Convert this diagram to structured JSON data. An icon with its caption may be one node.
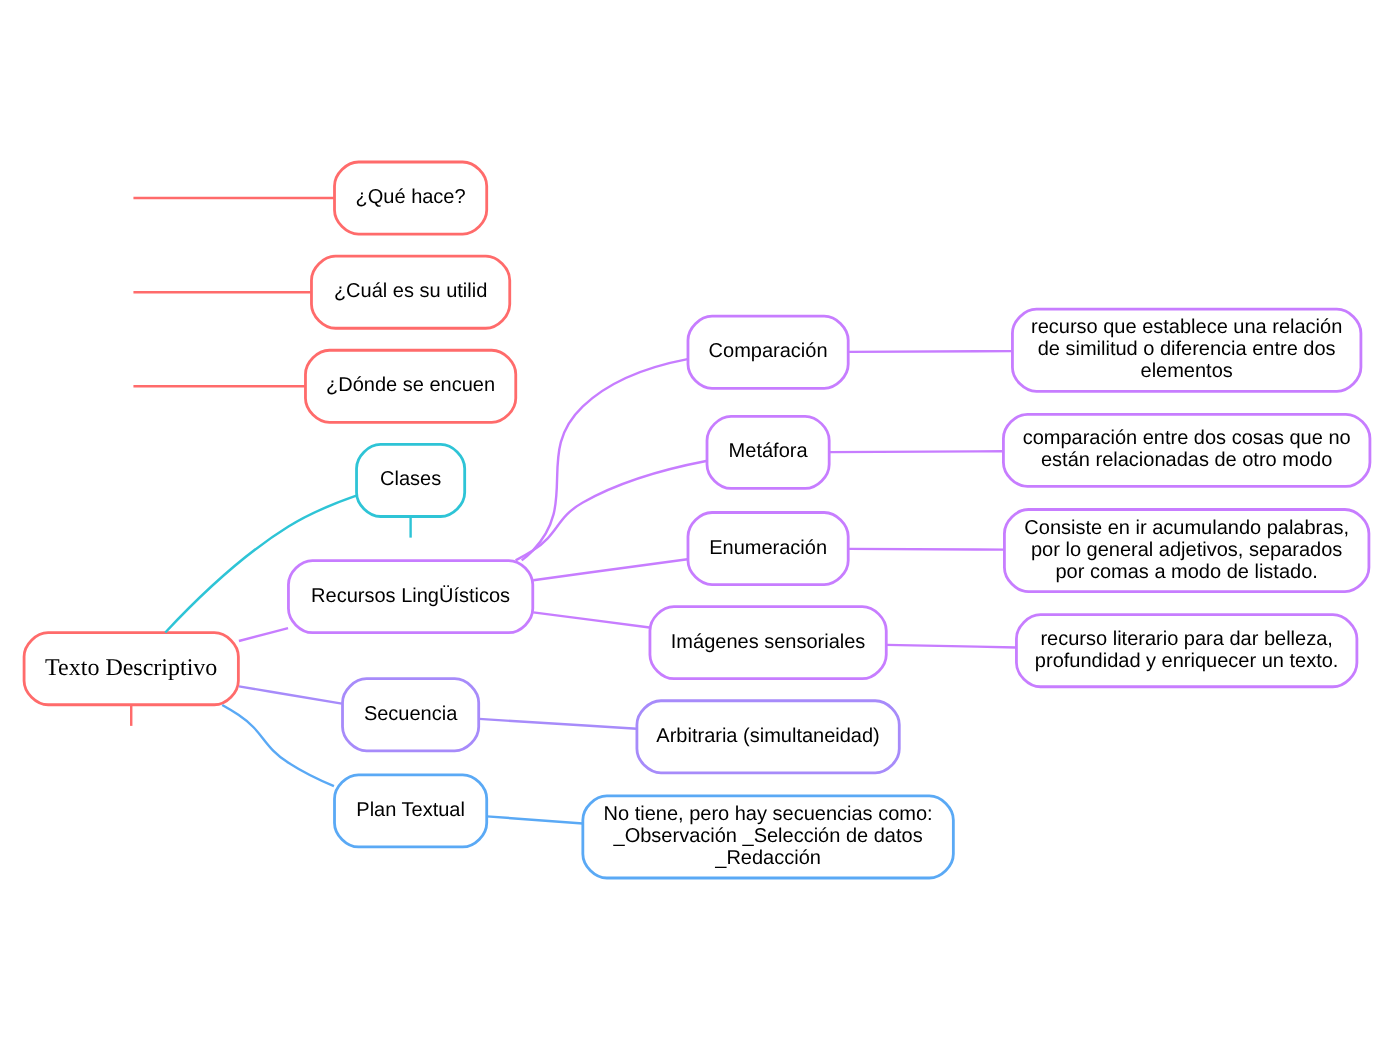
{
  "diagram": {
    "nodes": [
      {
        "text": [
          "Texto Descriptivo"
        ]
      },
      {
        "text": [
          "¿Dónde se encuen"
        ]
      },
      {
        "text": [
          "¿Cuál es su utilid"
        ]
      },
      {
        "text": [
          "¿Qué hace?"
        ]
      },
      {
        "text": [
          "Recursos LingÜísticos"
        ]
      },
      {
        "text": [
          "Comparación"
        ]
      },
      {
        "text": [
          "recurso que establece una relación de similitud o diferencia entre dos elementos"
        ]
      },
      {
        "text": [
          "Metáfora"
        ]
      },
      {
        "text": [
          "comparación entre dos cosas que no están relacionadas de otro modo"
        ]
      },
      {
        "text": [
          "Enumeración"
        ]
      },
      {
        "text": [
          "Consiste en ir acumulando palabras, por lo general adjetivos, separados por comas a modo de listado."
        ]
      },
      {
        "text": [
          "Imágenes sensoriales"
        ]
      },
      {
        "text": [
          "recurso literario para dar belleza, profundidad y enriquecer un texto."
        ]
      },
      {
        "text": [
          "Secuencia"
        ]
      },
      {
        "text": [
          "Arbitraria (simultaneidad)"
        ]
      },
      {
        "text": [
          "Plan Textual"
        ]
      },
      {
        "text": [
          "No tiene, pero hay secuencias como: _Observación _Selección de datos _Redacción"
        ]
      },
      {
        "text": [
          "Clases"
        ]
      }
    ],
    "edges": [
      {
        "from": 0,
        "to": null,
        "arrow": "none",
        "color": "#ff6b6b"
      },
      {
        "from": null,
        "to": 1,
        "arrow": "none",
        "color": "#ff6b6b"
      },
      {
        "from": null,
        "to": 2,
        "arrow": "none",
        "color": "#ff6b6b"
      },
      {
        "from": null,
        "to": 3,
        "arrow": "none",
        "color": "#ff6b6b"
      },
      {
        "from": 0,
        "to": 4,
        "arrow": "none"
      },
      {
        "from": 4,
        "to": 5,
        "arrow": "none"
      },
      {
        "from": 5,
        "to": 6,
        "arrow": "none"
      },
      {
        "from": 4,
        "to": 7,
        "arrow": "none"
      },
      {
        "from": 7,
        "to": 8,
        "arrow": "none"
      },
      {
        "from": 4,
        "to": 9,
        "arrow": "none"
      },
      {
        "from": 9,
        "to": 10,
        "arrow": "none"
      },
      {
        "from": 4,
        "to": 11,
        "arrow": "none"
      },
      {
        "from": 11,
        "to": 12,
        "arrow": "none"
      },
      {
        "from": 0,
        "to": 13,
        "arrow": "none",
        "color": "#a78bfa"
      },
      {
        "from": 13,
        "to": 14,
        "arrow": "none",
        "color": "#a78bfa"
      },
      {
        "from": 0,
        "to": 15,
        "arrow": "none",
        "color": "#5aa9f5"
      },
      {
        "from": 15,
        "to": 16,
        "arrow": "none",
        "color": "#5aa9f5"
      },
      {
        "from": 0,
        "to": 17,
        "arrow": "none",
        "color": "#2ec4d6"
      },
      {
        "from": 17,
        "to": null,
        "arrow": "none",
        "color": "#2ec4d6"
      }
    ]
  }
}
